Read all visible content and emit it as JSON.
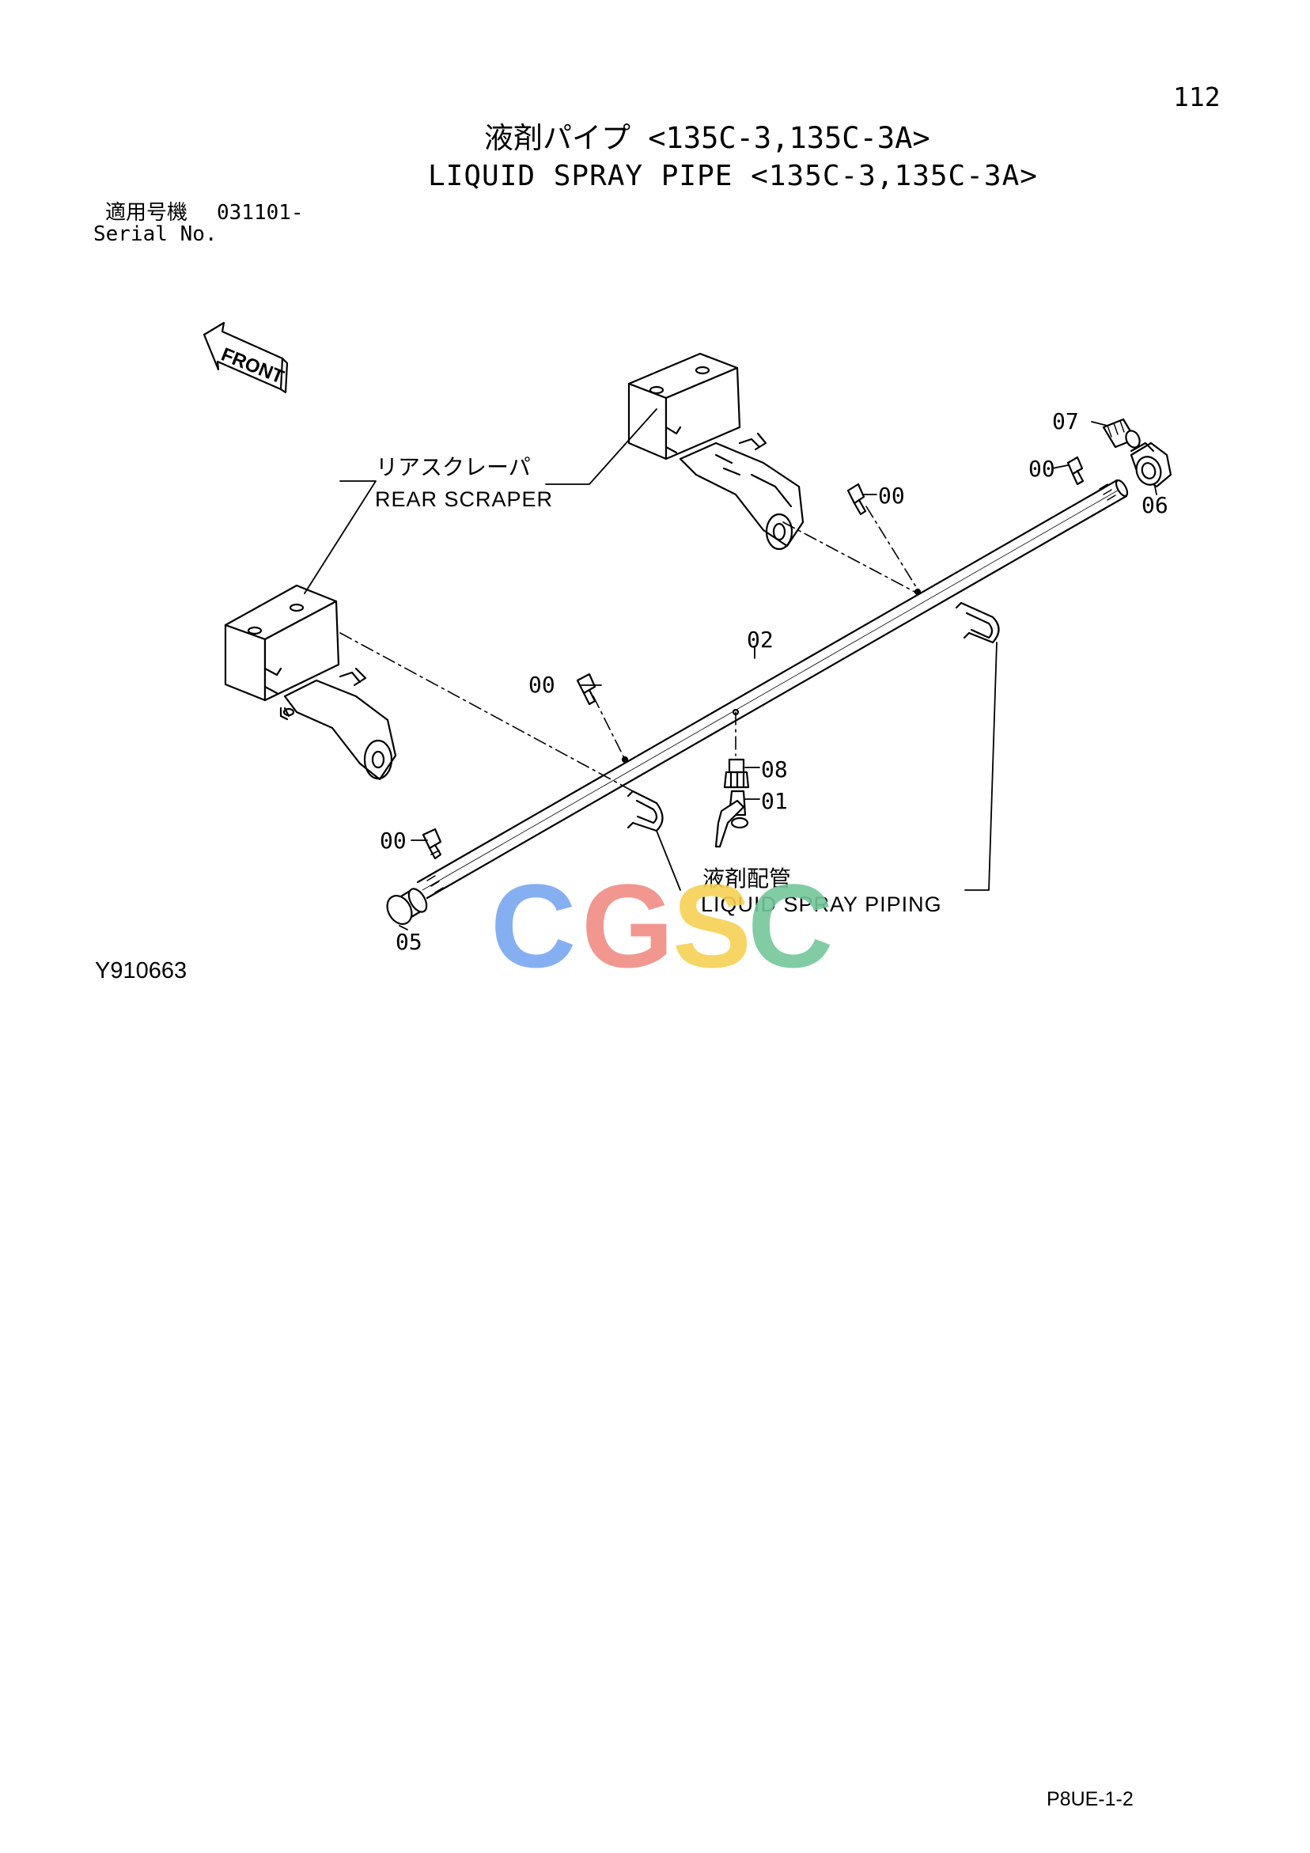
{
  "page_number": "112",
  "title_jp": "液剤パイプ <135C-3,135C-3A>",
  "title_en": "LIQUID SPRAY PIPE <135C-3,135C-3A>",
  "serial": {
    "label_jp": "適用号機",
    "label_en": "Serial No.",
    "value": "031101-"
  },
  "front_label": "FRONT",
  "callouts": {
    "rear_scraper_jp": "リアスクレーパ",
    "rear_scraper_en": "REAR SCRAPER",
    "piping_jp": "液剤配管",
    "piping_en": "LIQUID SPRAY PIPING",
    "p07": "07",
    "p06": "06",
    "p00_a": "00",
    "p00_b": "00",
    "p00_c": "00",
    "p00_d": "00",
    "p02": "02",
    "p08": "08",
    "p01": "01",
    "p05": "05"
  },
  "watermark": {
    "letters": [
      "C",
      "G",
      "S",
      "C"
    ],
    "colors": [
      "#7aa7f0",
      "#f08c84",
      "#f7d154",
      "#74c79a"
    ]
  },
  "drawing_code": "Y910663",
  "page_code": "P8UE-1-2"
}
